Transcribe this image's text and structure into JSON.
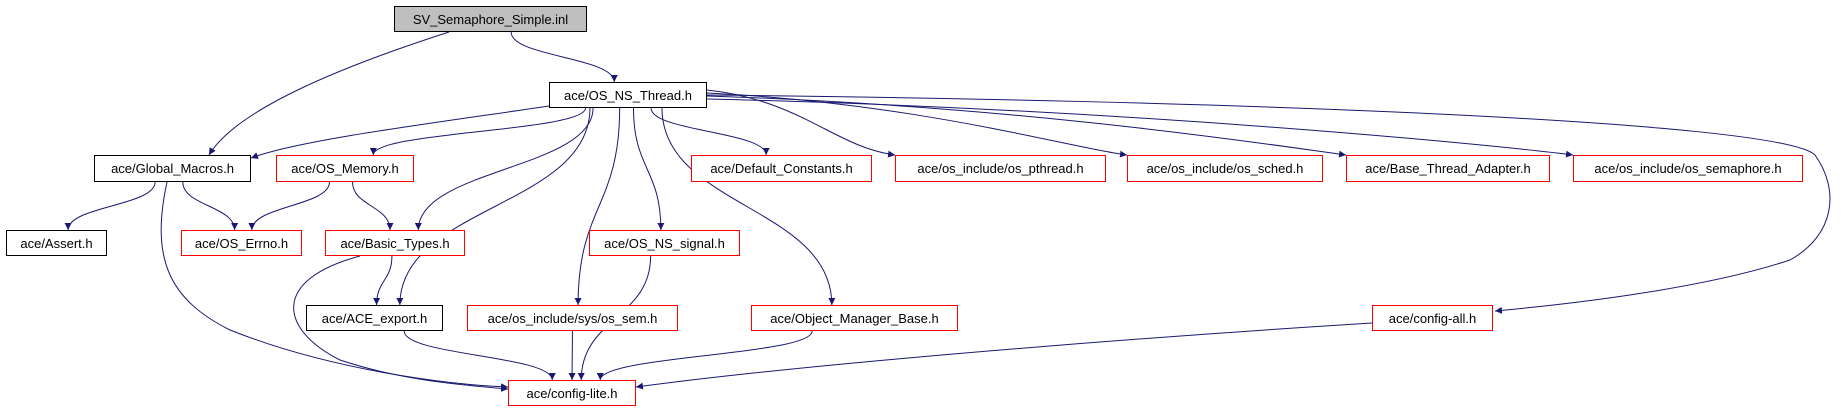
{
  "graph": {
    "edge_color": "#191970",
    "nodes": {
      "root": {
        "label": "SV_Semaphore_Simple.inl",
        "border": "#000000",
        "fill": "#bfbfbf"
      },
      "thread": {
        "label": "ace/OS_NS_Thread.h",
        "border": "#000000"
      },
      "global_macros": {
        "label": "ace/Global_Macros.h",
        "border": "#000000"
      },
      "os_memory": {
        "label": "ace/OS_Memory.h",
        "border": "#ff0000"
      },
      "default_constants": {
        "label": "ace/Default_Constants.h",
        "border": "#ff0000"
      },
      "os_pthread": {
        "label": "ace/os_include/os_pthread.h",
        "border": "#ff0000"
      },
      "os_sched": {
        "label": "ace/os_include/os_sched.h",
        "border": "#ff0000"
      },
      "base_thread_adapter": {
        "label": "ace/Base_Thread_Adapter.h",
        "border": "#ff0000"
      },
      "os_semaphore": {
        "label": "ace/os_include/os_semaphore.h",
        "border": "#ff0000"
      },
      "assert": {
        "label": "ace/Assert.h",
        "border": "#000000"
      },
      "os_errno": {
        "label": "ace/OS_Errno.h",
        "border": "#ff0000"
      },
      "basic_types": {
        "label": "ace/Basic_Types.h",
        "border": "#ff0000"
      },
      "os_ns_signal": {
        "label": "ace/OS_NS_signal.h",
        "border": "#ff0000"
      },
      "ace_export": {
        "label": "ace/ACE_export.h",
        "border": "#000000"
      },
      "os_sem": {
        "label": "ace/os_include/sys/os_sem.h",
        "border": "#ff0000"
      },
      "object_manager_base": {
        "label": "ace/Object_Manager_Base.h",
        "border": "#ff0000"
      },
      "config_all": {
        "label": "ace/config-all.h",
        "border": "#ff0000"
      },
      "config_lite": {
        "label": "ace/config-lite.h",
        "border": "#ff0000"
      }
    },
    "edges": [
      [
        "root",
        "global_macros"
      ],
      [
        "root",
        "thread"
      ],
      [
        "thread",
        "global_macros"
      ],
      [
        "thread",
        "os_memory"
      ],
      [
        "thread",
        "basic_types"
      ],
      [
        "thread",
        "ace_export"
      ],
      [
        "thread",
        "os_sem"
      ],
      [
        "thread",
        "os_ns_signal"
      ],
      [
        "thread",
        "object_manager_base"
      ],
      [
        "thread",
        "default_constants"
      ],
      [
        "thread",
        "os_pthread"
      ],
      [
        "thread",
        "os_sched"
      ],
      [
        "thread",
        "base_thread_adapter"
      ],
      [
        "thread",
        "os_semaphore"
      ],
      [
        "thread",
        "config_all"
      ],
      [
        "global_macros",
        "assert"
      ],
      [
        "global_macros",
        "os_errno"
      ],
      [
        "global_macros",
        "config_lite"
      ],
      [
        "os_memory",
        "os_errno"
      ],
      [
        "os_memory",
        "basic_types"
      ],
      [
        "basic_types",
        "ace_export"
      ],
      [
        "basic_types",
        "config_lite"
      ],
      [
        "ace_export",
        "config_lite"
      ],
      [
        "os_sem",
        "config_lite"
      ],
      [
        "os_ns_signal",
        "config_lite"
      ],
      [
        "object_manager_base",
        "config_lite"
      ],
      [
        "config_all",
        "config_lite"
      ]
    ]
  }
}
